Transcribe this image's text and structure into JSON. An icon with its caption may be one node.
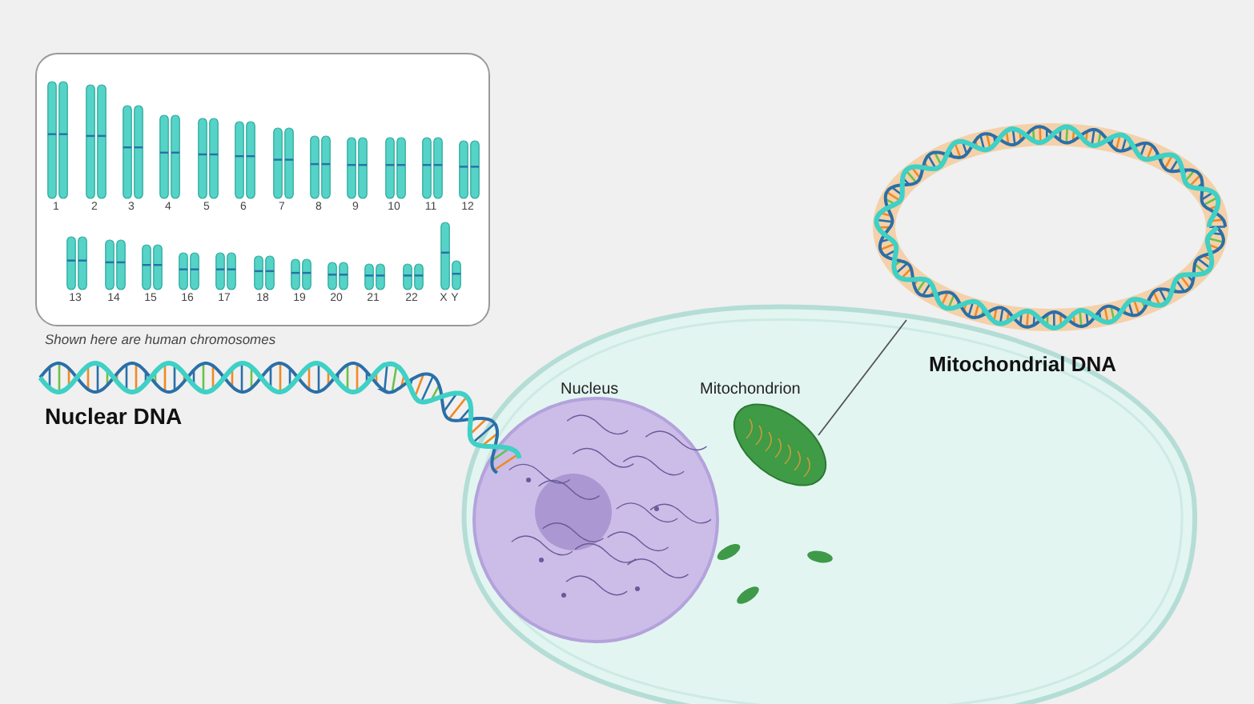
{
  "diagram": {
    "nodes": [
      {
        "text": [
          "Shown here are human chromosomes"
        ]
      },
      {
        "text": [
          "Nuclear DNA"
        ]
      },
      {
        "text": [],
        "shape": "picture"
      },
      {
        "text": [
          "Nucleus"
        ],
        "in": 2
      },
      {
        "text": [
          "Mitochondrion"
        ],
        "in": 2
      },
      {
        "text": [],
        "shape": "picture",
        "beside": [
          "Mitochondrial DNA"
        ]
      }
    ],
    "edges": [
      {
        "from": 5,
        "to": 4,
        "arrow": "none"
      }
    ],
    "labels": [
      "1",
      "2",
      "3",
      "4",
      "5",
      "6",
      "7",
      "8",
      "9",
      "10",
      "11",
      "12",
      "13",
      "14",
      "15",
      "16",
      "17",
      "18",
      "19",
      "20",
      "21",
      "22",
      "X",
      "Y"
    ]
  }
}
